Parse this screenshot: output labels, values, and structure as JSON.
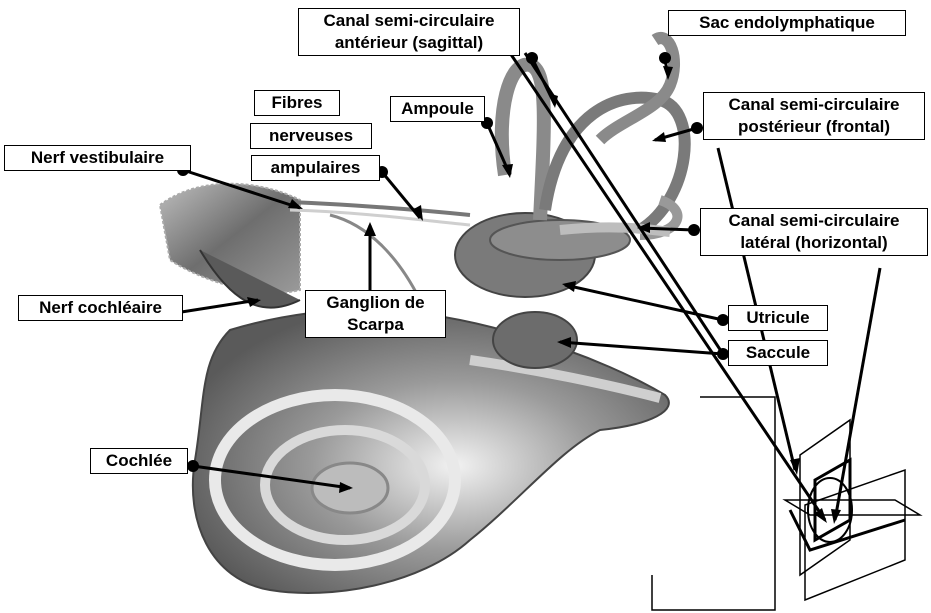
{
  "labels": {
    "canal_anterieur": [
      "Canal semi-circulaire",
      "antérieur (sagittal)"
    ],
    "sac_endolymphatique": "Sac endolymphatique",
    "ampoule": "Ampoule",
    "fibres_1": "Fibres",
    "fibres_2": "nerveuses",
    "fibres_3": "ampulaires",
    "nerf_vestibulaire": "Nerf vestibulaire",
    "canal_posterieur": [
      "Canal semi-circulaire",
      "postérieur (frontal)"
    ],
    "canal_lateral": [
      "Canal semi-circulaire",
      "latéral (horizontal)"
    ],
    "nerf_cochleaire": "Nerf cochléaire",
    "ganglion_scarpa": [
      "Ganglion de",
      "Scarpa"
    ],
    "utricule": "Utricule",
    "saccule": "Saccule",
    "cochlee": "Cochlée"
  },
  "colors": {
    "line": "#000000",
    "structure_dark": "#6a6a6a",
    "structure_light": "#d4d4d4"
  }
}
